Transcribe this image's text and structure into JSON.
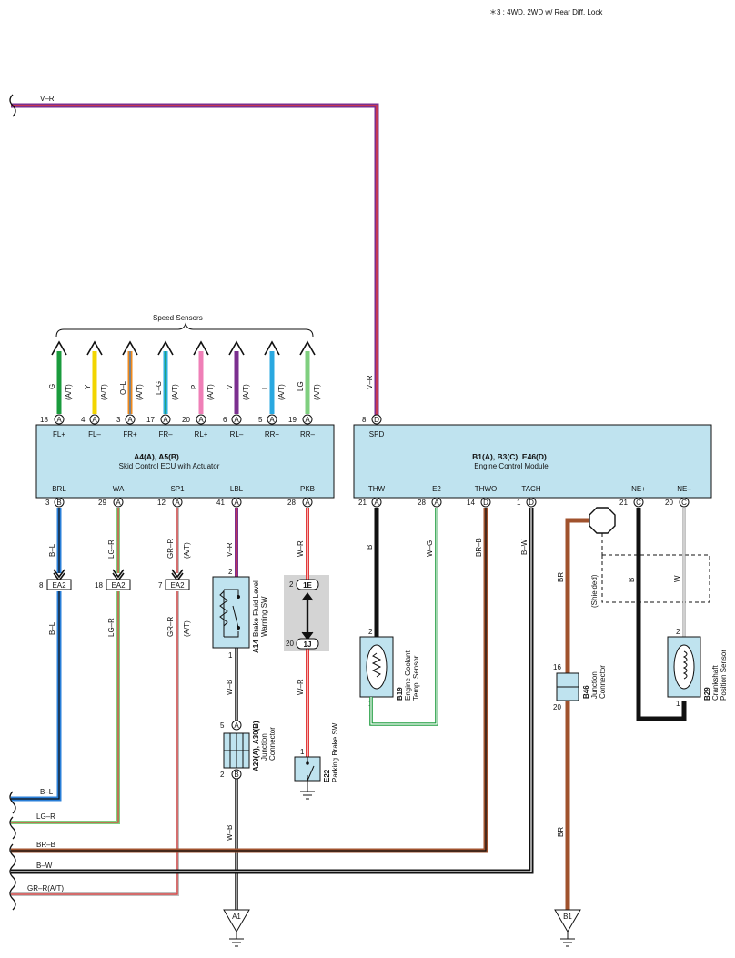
{
  "note": "＊3 : 4WD,  2WD w/ Rear Diff.  Lock",
  "colors": {
    "ecu_box": "#bfe3ef",
    "violet": "#7b2f8f",
    "red": "#e23b3b",
    "green": "#1a9b3c",
    "yellow": "#f2d500",
    "orange": "#f08a1c",
    "lightgreen": "#7fcf7f",
    "cyan": "#2aaee0",
    "pink": "#ef7fb7",
    "blue": "#2aa8e0",
    "brown": "#a0522d",
    "black": "#111111",
    "grey": "#cfcfcf"
  },
  "top_wire": {
    "label": "V–R"
  },
  "speed_sensors": {
    "title": "Speed Sensors",
    "pins": [
      {
        "wire": "G",
        "at": "(A/T)",
        "num": "18",
        "conn": "A",
        "pin": "FL+"
      },
      {
        "wire": "Y",
        "at": "(A/T)",
        "num": "4",
        "conn": "A",
        "pin": "FL–"
      },
      {
        "wire": "O–L",
        "at": "(A/T)",
        "num": "3",
        "conn": "A",
        "pin": "FR+"
      },
      {
        "wire": "L–G",
        "at": "(A/T)",
        "num": "17",
        "conn": "A",
        "pin": "FR–"
      },
      {
        "wire": "P",
        "at": "(A/T)",
        "num": "20",
        "conn": "A",
        "pin": "RL+"
      },
      {
        "wire": "V",
        "at": "(A/T)",
        "num": "6",
        "conn": "A",
        "pin": "RL–"
      },
      {
        "wire": "L",
        "at": "(A/T)",
        "num": "5",
        "conn": "A",
        "pin": "RR+"
      },
      {
        "wire": "LG",
        "at": "(A/T)",
        "num": "19",
        "conn": "A",
        "pin": "RR–"
      }
    ]
  },
  "ecu": {
    "code": "A4(A), A5(B)",
    "name": "Skid Control ECU with Actuator",
    "bottom_pins": [
      {
        "pin": "BRL",
        "num": "3",
        "conn": "B"
      },
      {
        "pin": "WA",
        "num": "29",
        "conn": "A"
      },
      {
        "pin": "SP1",
        "num": "12",
        "conn": "A"
      },
      {
        "pin": "LBL",
        "num": "41",
        "conn": "A"
      },
      {
        "pin": "PKB",
        "num": "28",
        "conn": "A"
      }
    ]
  },
  "ecm": {
    "code": "B1(A), B3(C), E46(D)",
    "name": "Engine Control Module",
    "top_pin": {
      "pin": "SPD",
      "num": "8",
      "conn": "D",
      "wire": "V–R"
    },
    "bottom_pins": [
      {
        "pin": "THW",
        "num": "21",
        "conn": "A"
      },
      {
        "pin": "E2",
        "num": "28",
        "conn": "A"
      },
      {
        "pin": "THWO",
        "num": "14",
        "conn": "D"
      },
      {
        "pin": "TACH",
        "num": "1",
        "conn": "D"
      },
      {
        "pin": "NE+",
        "num": "21",
        "conn": "C"
      },
      {
        "pin": "NE–",
        "num": "20",
        "conn": "C"
      }
    ]
  },
  "wires": {
    "bl": "B–L",
    "lgr": "LG–R",
    "grr": "GR–R",
    "at": "(A/T)",
    "vr": "V–R",
    "wr": "W–R",
    "wb": "W–B",
    "b": "B",
    "wg": "W–G",
    "brb": "BR–B",
    "bw": "B–W",
    "br": "BR",
    "w": "W"
  },
  "ea2": {
    "label": "EA2",
    "pins": [
      "8",
      "18",
      "7"
    ]
  },
  "a14": {
    "code": "A14",
    "name1": "Brake Fluid Level",
    "name2": "Warning SW",
    "pin_top": "2",
    "pin_bottom": "1"
  },
  "jb": {
    "top": "2",
    "top_c": "1E",
    "bottom": "20",
    "bottom_c": "1J"
  },
  "e22": {
    "code": "E22",
    "name": "Parking Brake SW",
    "pin": "1"
  },
  "a29": {
    "code": "A29(A), A30(B)",
    "name1": "Junction",
    "name2": "Connector",
    "pin_top": "5",
    "conn_top": "A",
    "pin_bottom": "2",
    "conn_bottom": "B"
  },
  "b19": {
    "code": "B19",
    "name1": "Engine Coolant",
    "name2": "Temp. Sensor",
    "pin_top": "2",
    "pin_bottom": "1"
  },
  "b46": {
    "code": "B46",
    "name1": "Junction",
    "name2": "Connector",
    "pin_top": "16",
    "pin_bottom": "20"
  },
  "b29": {
    "code": "B29",
    "name1": "Crankshaft",
    "name2": "Position Sensor",
    "pin_top": "2",
    "pin_bottom": "1"
  },
  "shielded": "(Shielded)",
  "left_wires": [
    "B–L",
    "LG–R",
    "BR–B",
    "B–W",
    "GR–R(A/T)"
  ],
  "grounds": [
    "A1",
    "B1"
  ]
}
